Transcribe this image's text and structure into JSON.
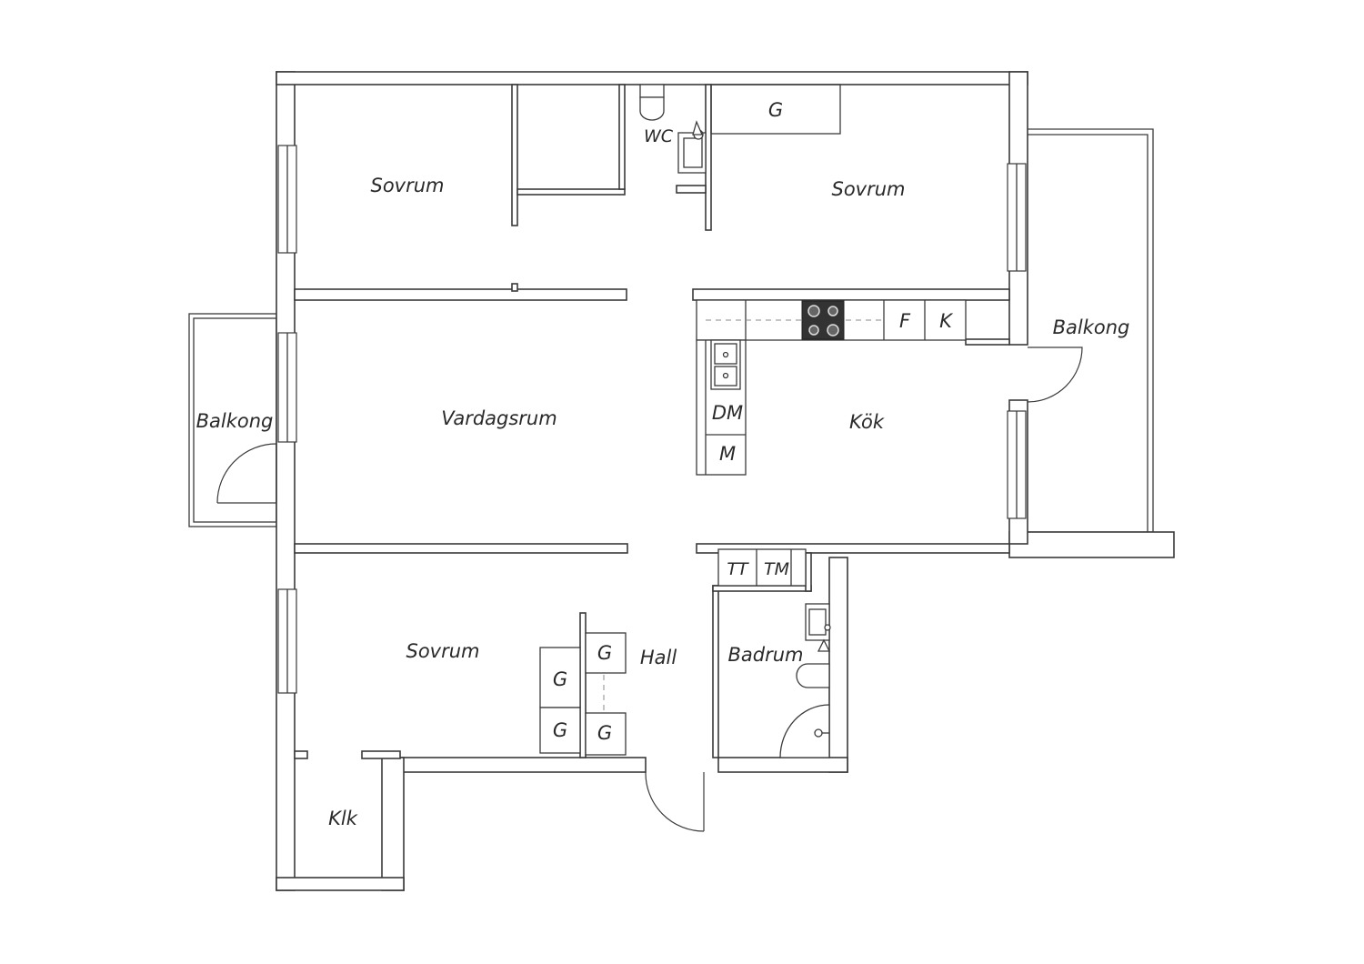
{
  "rooms": {
    "sovrum_nw": "Sovrum",
    "wc": "WC",
    "garderob_ne": "G",
    "sovrum_ne": "Sovrum",
    "balkong_e": "Balkong",
    "balkong_w": "Balkong",
    "vardagsrum": "Vardagsrum",
    "kok": "Kök",
    "sovrum_sw": "Sovrum",
    "hall": "Hall",
    "badrum": "Badrum",
    "klk": "Klk"
  },
  "fixtures": {
    "fridge": "F",
    "freezer": "K",
    "dishwasher": "DM",
    "microwave": "M",
    "dryer": "TT",
    "washer": "TM",
    "wardrobe_1": "G",
    "wardrobe_2": "G",
    "wardrobe_3": "G",
    "wardrobe_4": "G"
  }
}
